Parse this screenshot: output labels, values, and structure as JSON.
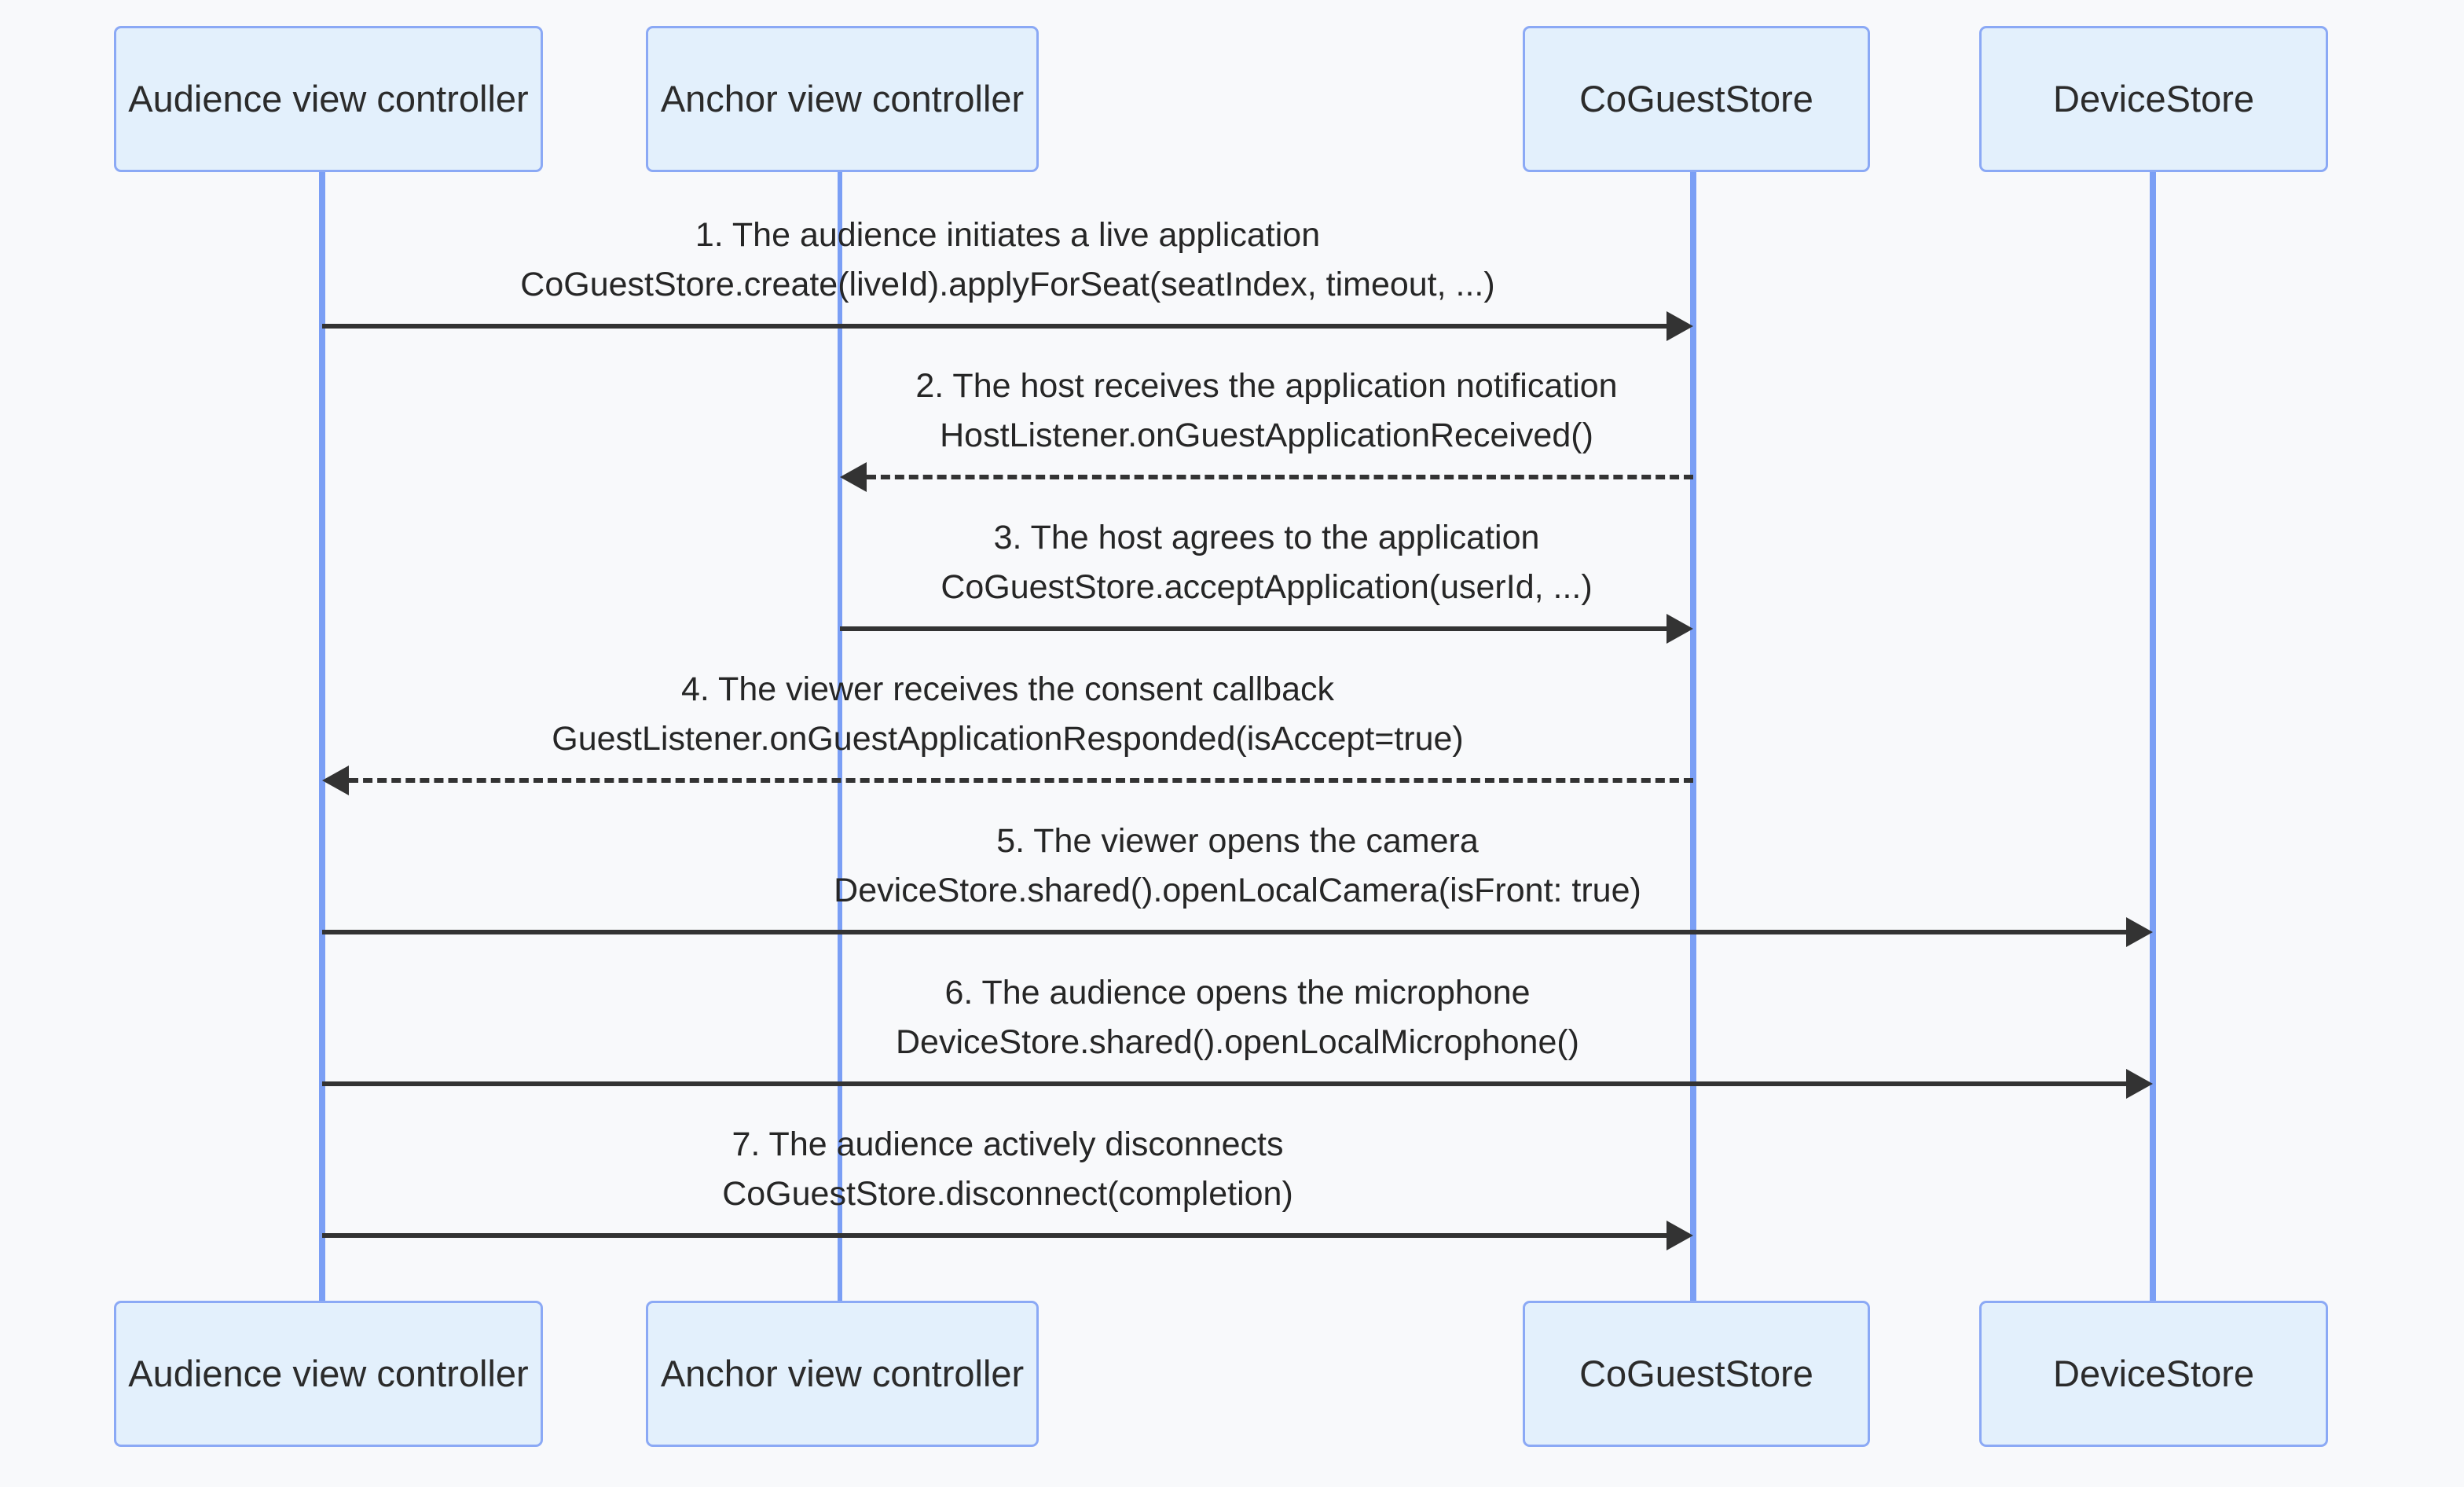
{
  "diagram": {
    "type": "sequence-diagram",
    "background_color": "#f8f9fb",
    "box_fill_color": "#e3f0fc",
    "box_border_color": "#8ba9f5",
    "lifeline_color": "#7b9ff5",
    "arrow_color": "#333333",
    "participants": [
      {
        "id": "audience-view-controller",
        "label": "Audience view controller"
      },
      {
        "id": "anchor-view-controller",
        "label": "Anchor view controller"
      },
      {
        "id": "coguest-store",
        "label": "CoGuestStore"
      },
      {
        "id": "device-store",
        "label": "DeviceStore"
      }
    ],
    "messages": [
      {
        "number": "1",
        "description": "1. The audience initiates a live application",
        "call": "CoGuestStore.create(liveId).applyForSeat(seatIndex, timeout, ...)",
        "from": "Audience view controller",
        "to": "CoGuestStore",
        "direction": "right",
        "style": "solid"
      },
      {
        "number": "2",
        "description": "2. The host receives the application notification",
        "call": "HostListener.onGuestApplicationReceived()",
        "from": "CoGuestStore",
        "to": "Anchor view controller",
        "direction": "left",
        "style": "dashed"
      },
      {
        "number": "3",
        "description": "3. The host agrees to the application",
        "call": "CoGuestStore.acceptApplication(userId, ...)",
        "from": "Anchor view controller",
        "to": "CoGuestStore",
        "direction": "right",
        "style": "solid"
      },
      {
        "number": "4",
        "description": "4. The viewer receives the consent callback",
        "call": "GuestListener.onGuestApplicationResponded(isAccept=true)",
        "from": "CoGuestStore",
        "to": "Audience view controller",
        "direction": "left",
        "style": "dashed"
      },
      {
        "number": "5",
        "description": "5. The viewer opens the camera",
        "call": "DeviceStore.shared().openLocalCamera(isFront: true)",
        "from": "Audience view controller",
        "to": "DeviceStore",
        "direction": "right",
        "style": "solid"
      },
      {
        "number": "6",
        "description": "6. The audience opens the microphone",
        "call": "DeviceStore.shared().openLocalMicrophone()",
        "from": "Audience view controller",
        "to": "DeviceStore",
        "direction": "right",
        "style": "solid"
      },
      {
        "number": "7",
        "description": "7. The audience actively disconnects",
        "call": "CoGuestStore.disconnect(completion)",
        "from": "Audience view controller",
        "to": "CoGuestStore",
        "direction": "right",
        "style": "solid"
      }
    ]
  }
}
